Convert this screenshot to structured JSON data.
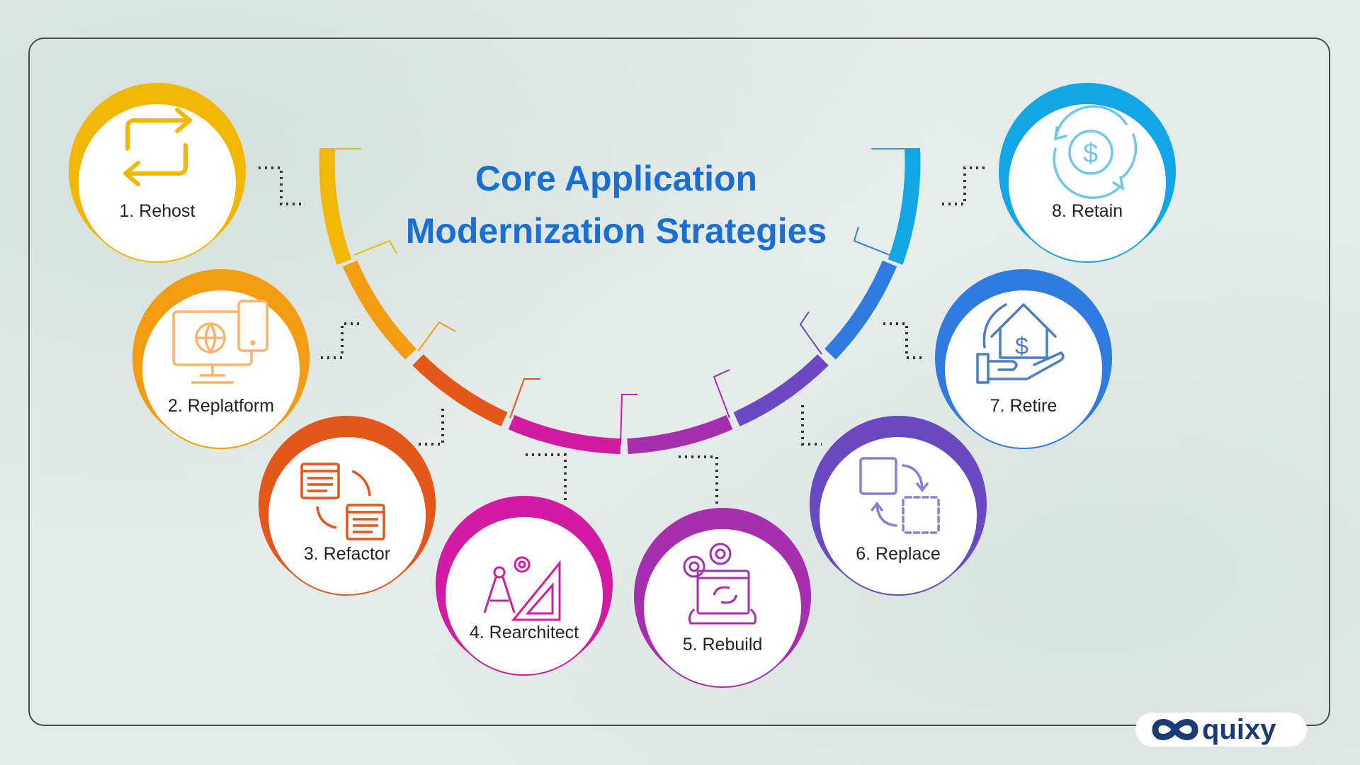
{
  "title": {
    "line1": "Core Application",
    "line2": "Modernization Strategies"
  },
  "strategies": [
    {
      "label": "1. Rehost",
      "icon": "swap-arrows-icon",
      "color": "#f2b705"
    },
    {
      "label": "2. Replatform",
      "icon": "devices-globe-icon",
      "color": "#f39c12"
    },
    {
      "label": "3. Refactor",
      "icon": "code-windows-icon",
      "color": "#e4571b"
    },
    {
      "label": "4. Rearchitect",
      "icon": "drafting-tools-icon",
      "color": "#d11ba3"
    },
    {
      "label": "5. Rebuild",
      "icon": "gear-wrench-window-icon",
      "color": "#a62fb0"
    },
    {
      "label": "6. Replace",
      "icon": "replace-squares-icon",
      "color": "#6a49c2"
    },
    {
      "label": "7. Retire",
      "icon": "house-dollar-hand-icon",
      "color": "#2f7be0"
    },
    {
      "label": "8. Retain",
      "icon": "dollar-cycle-icon",
      "color": "#13a6e6"
    }
  ],
  "logo": {
    "text": "quixy",
    "icon": "quixy-infinity-icon",
    "color": "#1b3a78"
  }
}
